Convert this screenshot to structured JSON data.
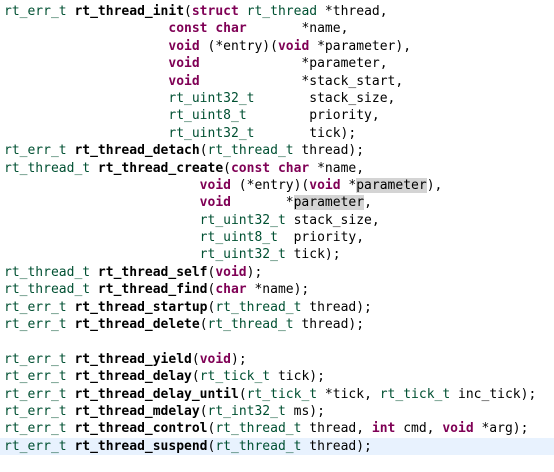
{
  "lines": [
    [
      {
        "c": "t",
        "s": "rt_err_t "
      },
      {
        "c": "f",
        "s": "rt_thread_init"
      },
      {
        "c": "p",
        "s": "("
      },
      {
        "c": "k",
        "s": "struct"
      },
      {
        "c": "p",
        "s": " "
      },
      {
        "c": "t",
        "s": "rt_thread"
      },
      {
        "c": "p",
        "s": " *thread,"
      }
    ],
    [
      {
        "c": "p",
        "s": "                     "
      },
      {
        "c": "k",
        "s": "const"
      },
      {
        "c": "p",
        "s": " "
      },
      {
        "c": "k",
        "s": "char"
      },
      {
        "c": "p",
        "s": "       *name,"
      }
    ],
    [
      {
        "c": "p",
        "s": "                     "
      },
      {
        "c": "k",
        "s": "void"
      },
      {
        "c": "p",
        "s": " (*entry)("
      },
      {
        "c": "k",
        "s": "void"
      },
      {
        "c": "p",
        "s": " *parameter),"
      }
    ],
    [
      {
        "c": "p",
        "s": "                     "
      },
      {
        "c": "k",
        "s": "void"
      },
      {
        "c": "p",
        "s": "             *parameter,"
      }
    ],
    [
      {
        "c": "p",
        "s": "                     "
      },
      {
        "c": "k",
        "s": "void"
      },
      {
        "c": "p",
        "s": "             *stack_start,"
      }
    ],
    [
      {
        "c": "p",
        "s": "                     "
      },
      {
        "c": "t",
        "s": "rt_uint32_t"
      },
      {
        "c": "p",
        "s": "       stack_size,"
      }
    ],
    [
      {
        "c": "p",
        "s": "                     "
      },
      {
        "c": "t",
        "s": "rt_uint8_t"
      },
      {
        "c": "p",
        "s": "        priority,"
      }
    ],
    [
      {
        "c": "p",
        "s": "                     "
      },
      {
        "c": "t",
        "s": "rt_uint32_t"
      },
      {
        "c": "p",
        "s": "       tick);"
      }
    ],
    [
      {
        "c": "t",
        "s": "rt_err_t "
      },
      {
        "c": "f",
        "s": "rt_thread_detach"
      },
      {
        "c": "p",
        "s": "("
      },
      {
        "c": "t",
        "s": "rt_thread_t"
      },
      {
        "c": "p",
        "s": " thread);"
      }
    ],
    [
      {
        "c": "t",
        "s": "rt_thread_t "
      },
      {
        "c": "f",
        "s": "rt_thread_create"
      },
      {
        "c": "p",
        "s": "("
      },
      {
        "c": "k",
        "s": "const"
      },
      {
        "c": "p",
        "s": " "
      },
      {
        "c": "k",
        "s": "char"
      },
      {
        "c": "p",
        "s": " *name,"
      }
    ],
    [
      {
        "c": "p",
        "s": "                         "
      },
      {
        "c": "k",
        "s": "void"
      },
      {
        "c": "p",
        "s": " (*entry)("
      },
      {
        "c": "k",
        "s": "void"
      },
      {
        "c": "p",
        "s": " *"
      },
      {
        "c": "hl",
        "s": "parameter"
      },
      {
        "c": "p",
        "s": "),"
      }
    ],
    [
      {
        "c": "p",
        "s": "                         "
      },
      {
        "c": "k",
        "s": "void"
      },
      {
        "c": "p",
        "s": "       *"
      },
      {
        "c": "hl",
        "s": "parameter"
      },
      {
        "c": "p",
        "s": ","
      }
    ],
    [
      {
        "c": "p",
        "s": "                         "
      },
      {
        "c": "t",
        "s": "rt_uint32_t"
      },
      {
        "c": "p",
        "s": " stack_size,"
      }
    ],
    [
      {
        "c": "p",
        "s": "                         "
      },
      {
        "c": "t",
        "s": "rt_uint8_t"
      },
      {
        "c": "p",
        "s": "  priority,"
      }
    ],
    [
      {
        "c": "p",
        "s": "                         "
      },
      {
        "c": "t",
        "s": "rt_uint32_t"
      },
      {
        "c": "p",
        "s": " tick);"
      }
    ],
    [
      {
        "c": "t",
        "s": "rt_thread_t "
      },
      {
        "c": "f",
        "s": "rt_thread_self"
      },
      {
        "c": "p",
        "s": "("
      },
      {
        "c": "k",
        "s": "void"
      },
      {
        "c": "p",
        "s": ");"
      }
    ],
    [
      {
        "c": "t",
        "s": "rt_thread_t "
      },
      {
        "c": "f",
        "s": "rt_thread_find"
      },
      {
        "c": "p",
        "s": "("
      },
      {
        "c": "k",
        "s": "char"
      },
      {
        "c": "p",
        "s": " *name);"
      }
    ],
    [
      {
        "c": "t",
        "s": "rt_err_t "
      },
      {
        "c": "f",
        "s": "rt_thread_startup"
      },
      {
        "c": "p",
        "s": "("
      },
      {
        "c": "t",
        "s": "rt_thread_t"
      },
      {
        "c": "p",
        "s": " thread);"
      }
    ],
    [
      {
        "c": "t",
        "s": "rt_err_t "
      },
      {
        "c": "f",
        "s": "rt_thread_delete"
      },
      {
        "c": "p",
        "s": "("
      },
      {
        "c": "t",
        "s": "rt_thread_t"
      },
      {
        "c": "p",
        "s": " thread);"
      }
    ],
    [],
    [
      {
        "c": "t",
        "s": "rt_err_t "
      },
      {
        "c": "f",
        "s": "rt_thread_yield"
      },
      {
        "c": "p",
        "s": "("
      },
      {
        "c": "k",
        "s": "void"
      },
      {
        "c": "p",
        "s": ");"
      }
    ],
    [
      {
        "c": "t",
        "s": "rt_err_t "
      },
      {
        "c": "f",
        "s": "rt_thread_delay"
      },
      {
        "c": "p",
        "s": "("
      },
      {
        "c": "t",
        "s": "rt_tick_t"
      },
      {
        "c": "p",
        "s": " tick);"
      }
    ],
    [
      {
        "c": "t",
        "s": "rt_err_t "
      },
      {
        "c": "f",
        "s": "rt_thread_delay_until"
      },
      {
        "c": "p",
        "s": "("
      },
      {
        "c": "t",
        "s": "rt_tick_t"
      },
      {
        "c": "p",
        "s": " *tick, "
      },
      {
        "c": "t",
        "s": "rt_tick_t"
      },
      {
        "c": "p",
        "s": " inc_tick);"
      }
    ],
    [
      {
        "c": "t",
        "s": "rt_err_t "
      },
      {
        "c": "f",
        "s": "rt_thread_mdelay"
      },
      {
        "c": "p",
        "s": "("
      },
      {
        "c": "t",
        "s": "rt_int32_t"
      },
      {
        "c": "p",
        "s": " ms);"
      }
    ],
    [
      {
        "c": "t",
        "s": "rt_err_t "
      },
      {
        "c": "f",
        "s": "rt_thread_control"
      },
      {
        "c": "p",
        "s": "("
      },
      {
        "c": "t",
        "s": "rt_thread_t"
      },
      {
        "c": "p",
        "s": " thread, "
      },
      {
        "c": "k",
        "s": "int"
      },
      {
        "c": "p",
        "s": " cmd, "
      },
      {
        "c": "k",
        "s": "void"
      },
      {
        "c": "p",
        "s": " *arg);"
      }
    ],
    [
      {
        "c": "t",
        "s": "rt_err_t "
      },
      {
        "c": "f",
        "s": "rt_thread_suspend"
      },
      {
        "c": "p",
        "s": "("
      },
      {
        "c": "t",
        "s": "rt_thread_t"
      },
      {
        "c": "p",
        "s": " thread);"
      }
    ]
  ],
  "current_line_index": 25,
  "colors": {
    "type": "#005032",
    "keyword": "#7f0055",
    "current_line_bg": "#e8f2fe",
    "occurrence_highlight": "#d4d4d4"
  }
}
